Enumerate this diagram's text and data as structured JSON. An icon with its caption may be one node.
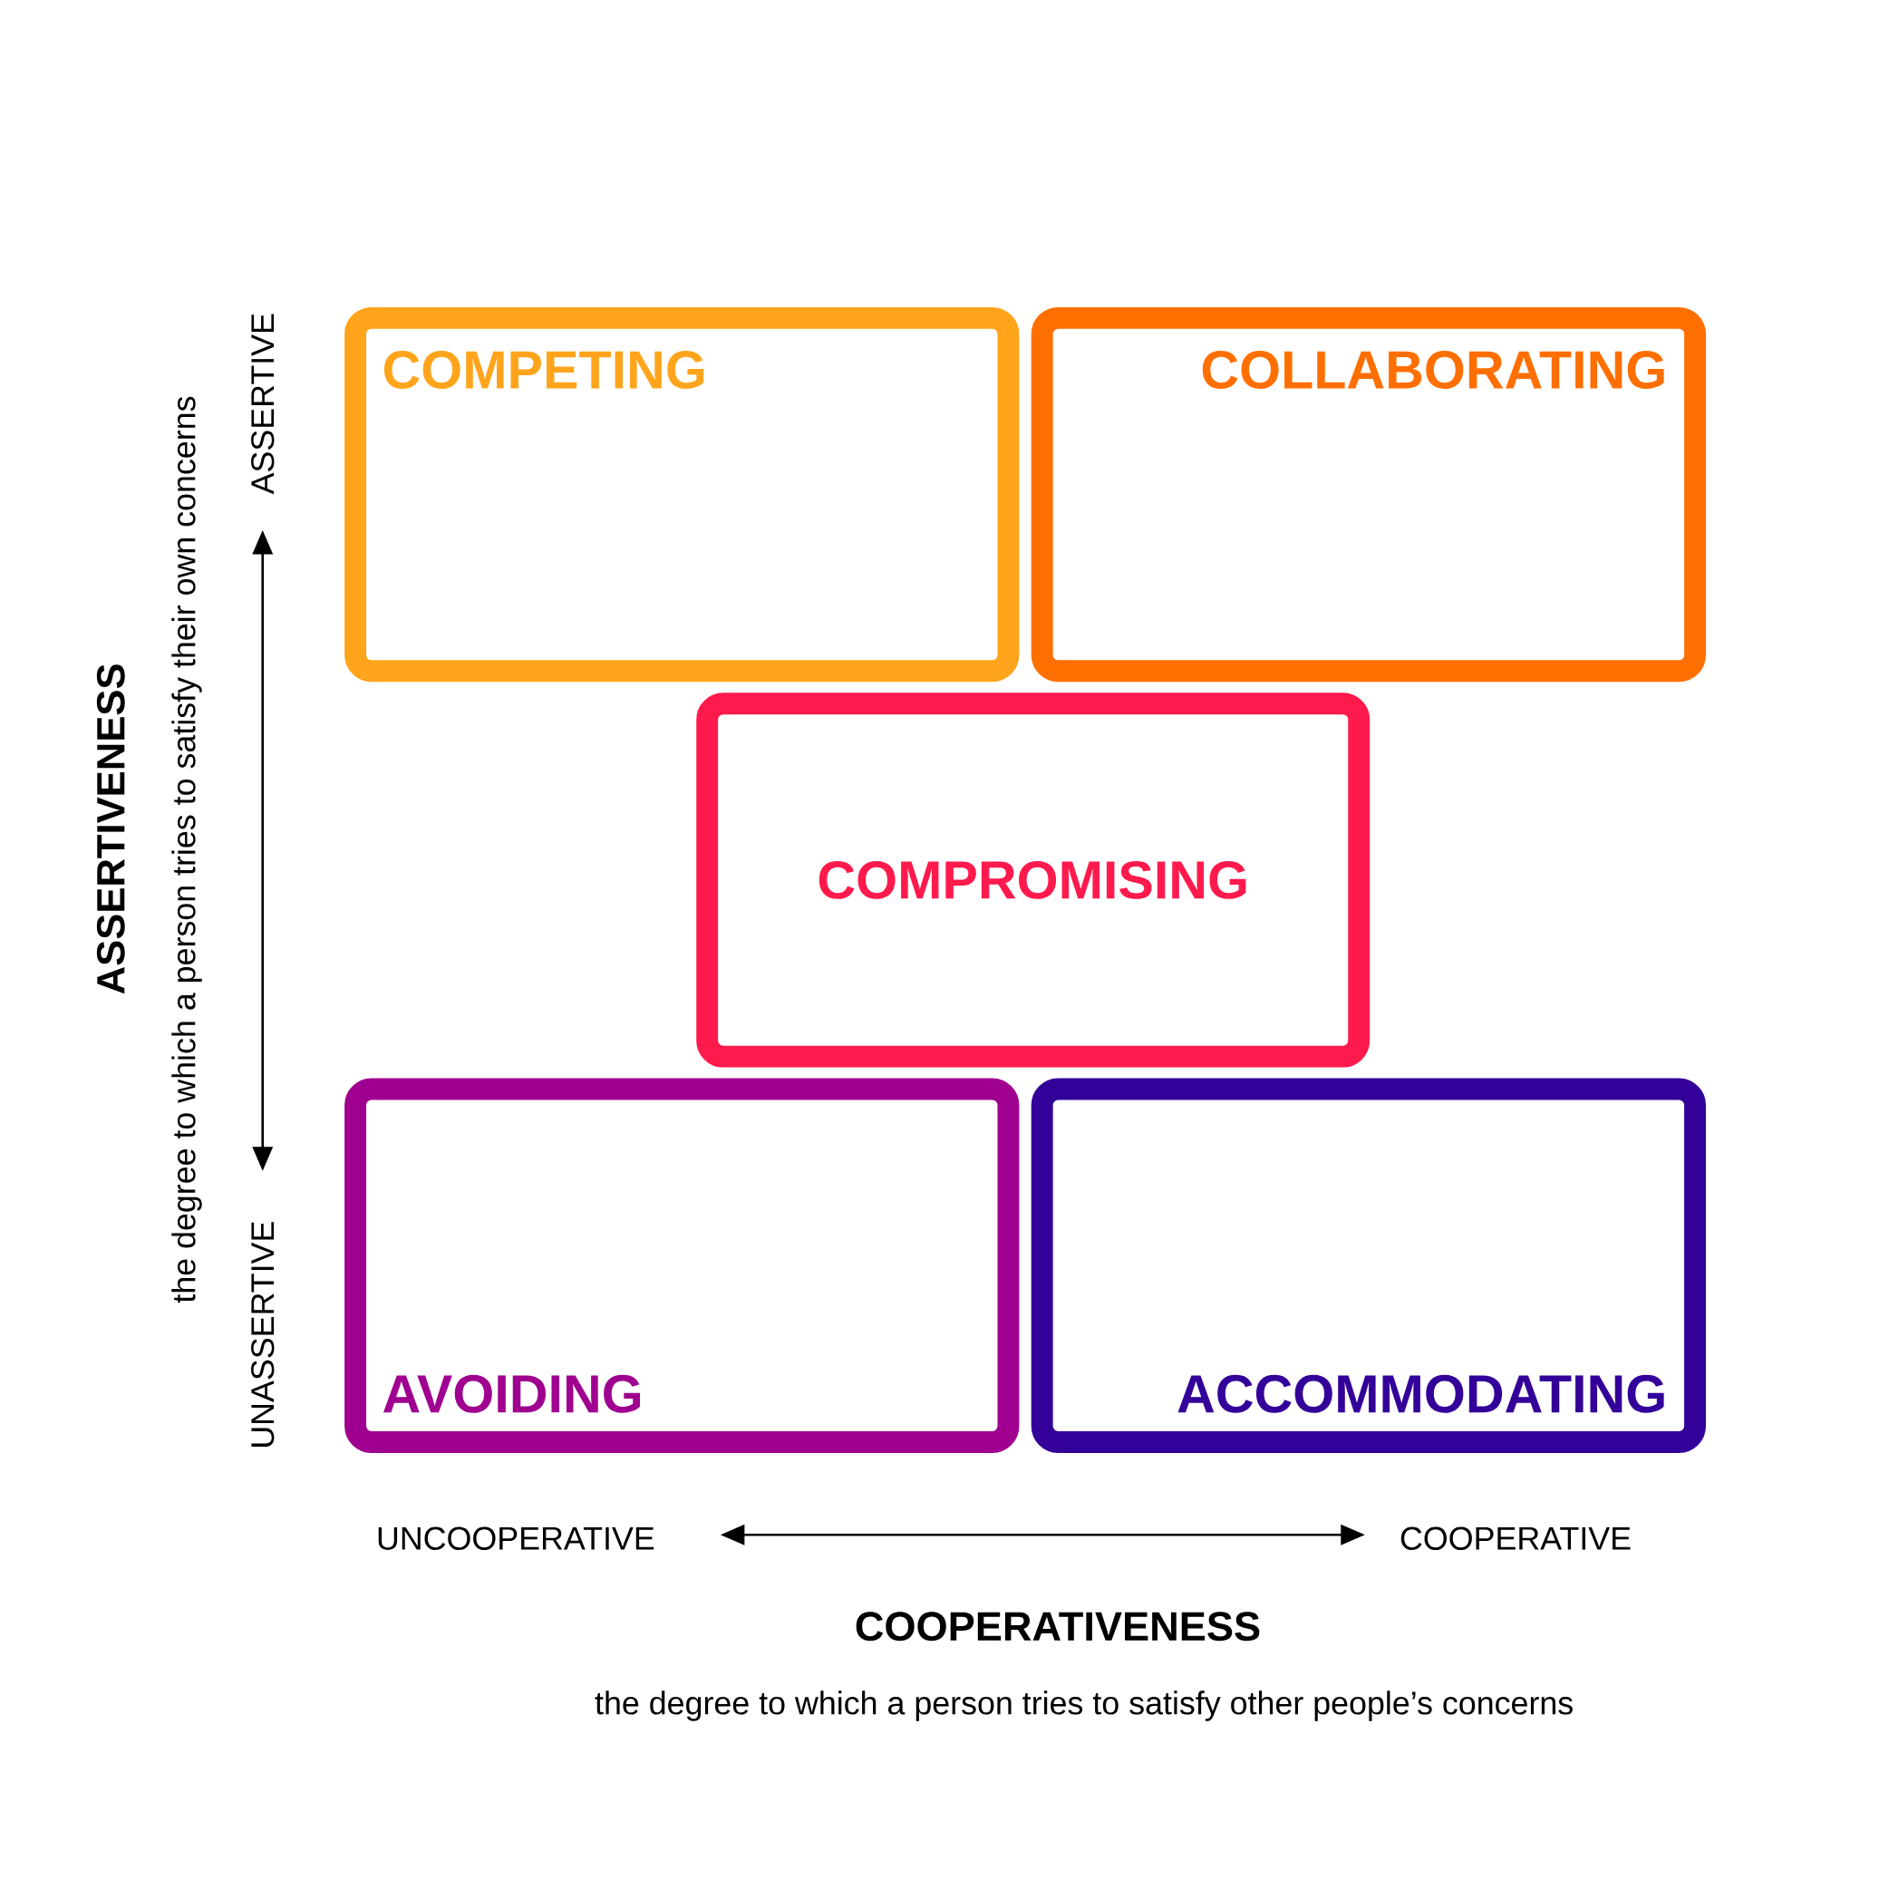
{
  "diagram": {
    "nodes": [
      {
        "text": [
          "COMPETING"
        ]
      },
      {
        "text": [
          "COLLABORATING"
        ]
      },
      {
        "text": [
          "COMPROMISING"
        ]
      },
      {
        "text": [
          "AVOIDING"
        ]
      },
      {
        "text": [
          "ACCOMMODATING"
        ]
      }
    ],
    "labels": [
      "ASSERTIVENESS",
      "the degree to which a person tries to satisfy their own concerns",
      "ASSERTIVE",
      "UNASSERTIVE",
      "UNCOOPERATIVE",
      "COOPERATIVE",
      "COOPERATIVENESS",
      "the degree to which a person tries to satisfy other people’s concerns"
    ]
  }
}
